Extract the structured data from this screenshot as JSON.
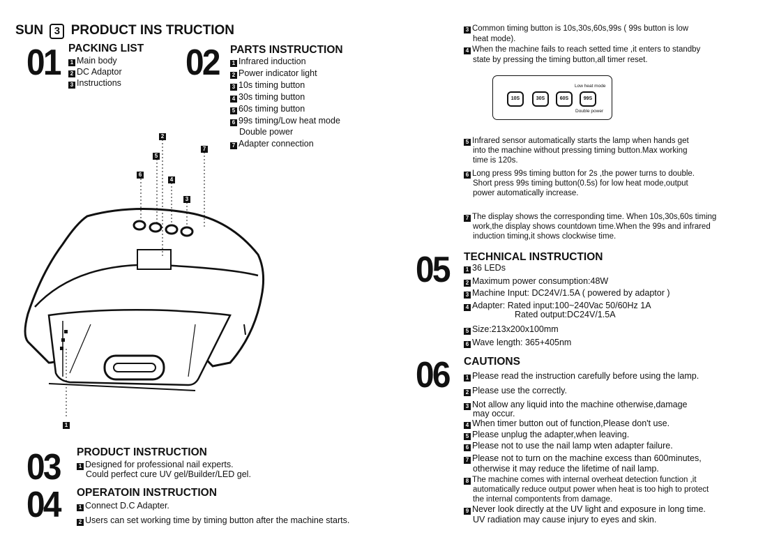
{
  "header": {
    "prefix": "SUN",
    "boxed": "3",
    "title": "PRODUCT INS TRUCTION"
  },
  "s01": {
    "number": "01",
    "title": "PACKING LIST",
    "items": [
      {
        "n": "1",
        "text": "Main body"
      },
      {
        "n": "2",
        "text": "DC Adaptor"
      },
      {
        "n": "3",
        "text": "Instructions"
      }
    ]
  },
  "s02": {
    "number": "02",
    "title": "PARTS INSTRUCTION",
    "items": [
      {
        "n": "1",
        "text": "Infrared induction"
      },
      {
        "n": "2",
        "text": "Power indicator light"
      },
      {
        "n": "3",
        "text": "10s timing button"
      },
      {
        "n": "4",
        "text": "30s timing button"
      },
      {
        "n": "5",
        "text": "60s timing button"
      },
      {
        "n": "6",
        "text": "99s timing/Low heat mode"
      },
      {
        "n": "",
        "text": "Double power"
      },
      {
        "n": "7",
        "text": "Adapter connection"
      }
    ]
  },
  "diagram": {
    "callouts": [
      "6",
      "5",
      "2",
      "4",
      "3",
      "7",
      "1"
    ]
  },
  "s03": {
    "number": "03",
    "title": "PRODUCT INSTRUCTION",
    "items": [
      {
        "n": "1",
        "text": "Designed for  professional nail experts."
      },
      {
        "n": "",
        "text": "Could perfect cure UV gel/Builder/LED gel."
      }
    ]
  },
  "s04": {
    "number": "04",
    "title": "OPERATOIN INSTRUCTION",
    "items": [
      {
        "n": "1",
        "text": "Connect  D.C Adapter."
      },
      {
        "n": "2",
        "text": "Users can set working time by timing button after the machine starts."
      }
    ]
  },
  "right_top": {
    "items": [
      {
        "n": "3",
        "text": "Common timing button is 10s,30s,60s,99s ( 99s button is low"
      },
      {
        "n": "",
        "text": "heat mode)."
      },
      {
        "n": "4",
        "text": "When the machine fails to reach setted time ,it enters to standby"
      },
      {
        "n": "",
        "text": "state by pressing the timing button,all timer reset."
      }
    ]
  },
  "panel": {
    "buttons": [
      "10S",
      "30S",
      "60S",
      "99S"
    ],
    "top_label": "Low heat mode",
    "bottom_label": "Double power"
  },
  "right_mid": {
    "items": [
      {
        "n": "5",
        "text": "Infrared sensor automatically starts the lamp when hands get"
      },
      {
        "n": "",
        "text": "into the machine without pressing timing button.Max working"
      },
      {
        "n": "",
        "text": "time is 120s."
      },
      {
        "n": "6",
        "text": "Long press 99s timing button for 2s ,the power turns to double."
      },
      {
        "n": "",
        "text": "Short press 99s timing button(0.5s) for low heat mode,output"
      },
      {
        "n": "",
        "text": "power automatically increase."
      },
      {
        "n": "7",
        "text": "The display shows the corresponding time. When 10s,30s,60s timing"
      },
      {
        "n": "",
        "text": "work,the display shows countdown time.When the 99s and infrared"
      },
      {
        "n": "",
        "text": "induction timing,it shows clockwise time."
      }
    ]
  },
  "s05": {
    "number": "05",
    "title": "TECHNICAL INSTRUCTION",
    "items": [
      {
        "n": "1",
        "text": "36 LEDs"
      },
      {
        "n": "2",
        "text": "Maximum power consumption:48W"
      },
      {
        "n": "3",
        "text": "Machine Input: DC24V/1.5A  ( powered by adaptor )"
      },
      {
        "n": "4",
        "text": "Adapter: Rated input:100~240Vac 50/60Hz 1A"
      },
      {
        "n": "",
        "text": "Rated output:DC24V/1.5A"
      },
      {
        "n": "5",
        "text": "Size:213x200x100mm"
      },
      {
        "n": "6",
        "text": "Wave length: 365+405nm"
      }
    ]
  },
  "s06": {
    "number": "06",
    "title": "CAUTIONS",
    "items": [
      {
        "n": "1",
        "text": "Please read the instruction carefully before using the lamp."
      },
      {
        "n": "2",
        "text": "Please use the correctly."
      },
      {
        "n": "3",
        "text": "Not allow any liquid into the machine otherwise,damage"
      },
      {
        "n": "",
        "text": "may occur."
      },
      {
        "n": "4",
        "text": "When timer button out of function,Please don't use."
      },
      {
        "n": "5",
        "text": "Please unplug the adapter,when leaving."
      },
      {
        "n": "6",
        "text": "Please not to use the nail lamp wten adapter failure."
      },
      {
        "n": "7",
        "text": "Please not to turn on the machine excess than 600minutes,"
      },
      {
        "n": "",
        "text": "otherwise it may reduce the lifetime of nail lamp."
      },
      {
        "n": "8",
        "text": "The machine comes with internal overheat detection function ,it"
      },
      {
        "n": "",
        "text": "automatically reduce output power when heat is too high to protect"
      },
      {
        "n": "",
        "text": "the internal compontents from damage."
      },
      {
        "n": "9",
        "text": "Never  look  directly at  the UV  light  and exposure  in  long time."
      },
      {
        "n": "",
        "text": "UV  radiation  may  cause  injury  to eyes  and  skin."
      }
    ]
  }
}
